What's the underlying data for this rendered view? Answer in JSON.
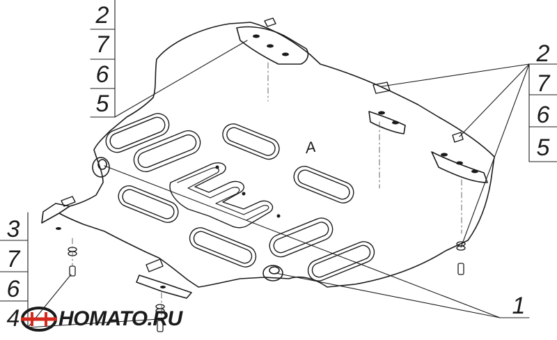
{
  "diagram": {
    "part_label": "A",
    "callout_groups": {
      "top_left": [
        "2",
        "7",
        "6",
        "5"
      ],
      "right": [
        "2",
        "7",
        "6",
        "5"
      ],
      "bottom_left": [
        "3",
        "7",
        "6",
        "4"
      ],
      "bottom_right": [
        "1"
      ]
    }
  },
  "watermark": {
    "brand_text": "HOMATO.RU",
    "colors": {
      "red": "#d42a1e",
      "dark": "#1a1a1a"
    }
  }
}
